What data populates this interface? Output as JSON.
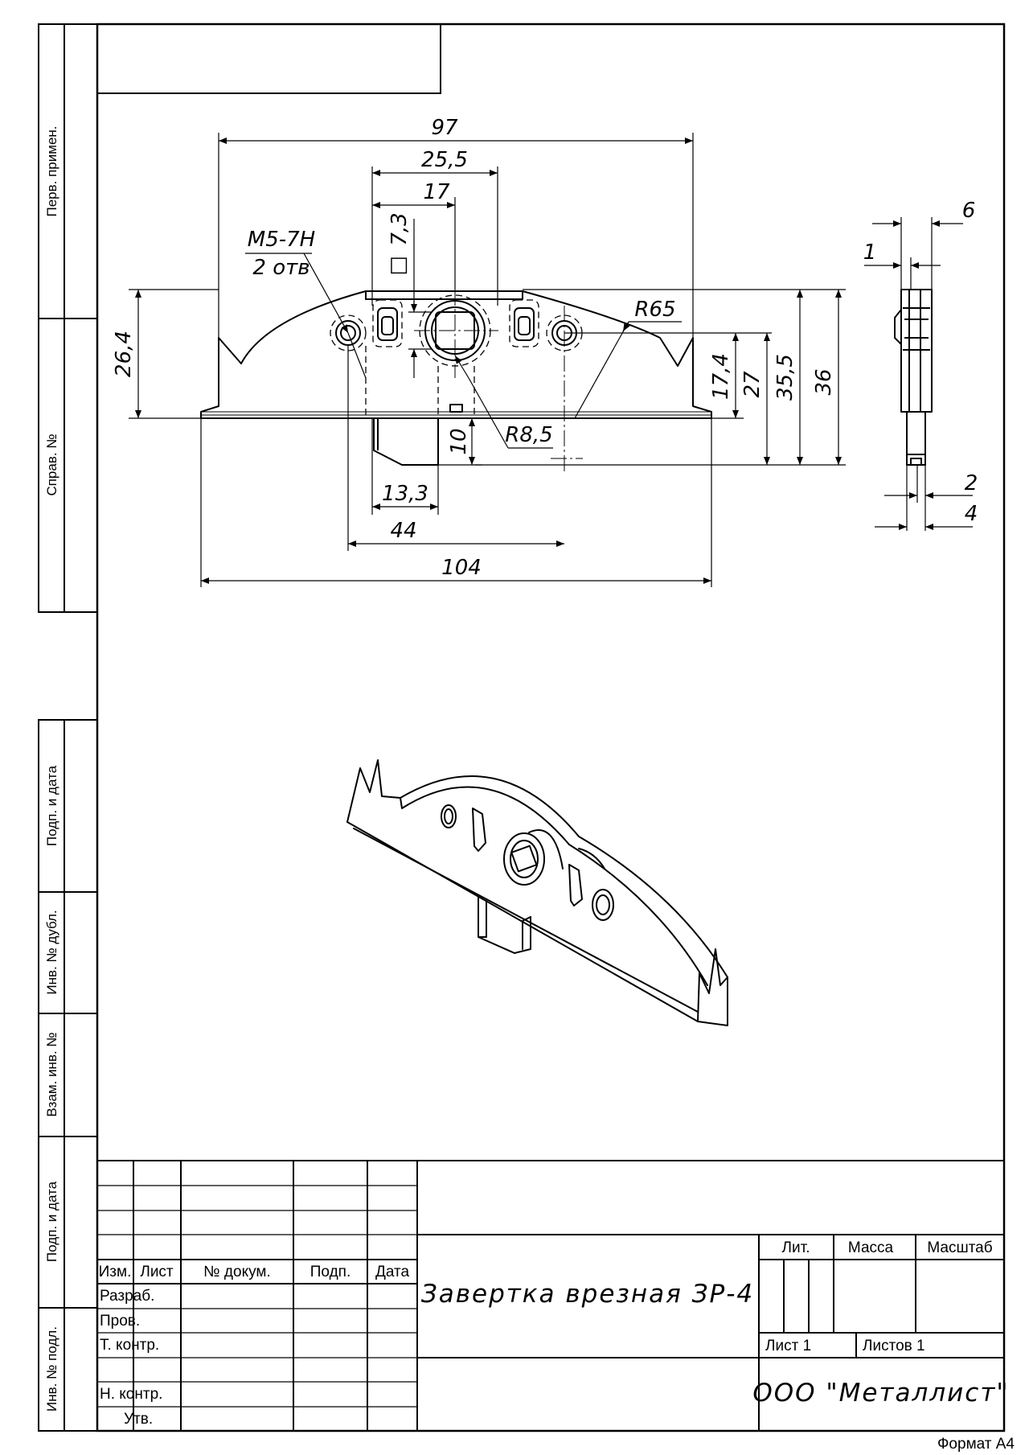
{
  "dimensions": {
    "d97": "97",
    "d25_5": "25,5",
    "d17": "17",
    "d7_3": "7,3",
    "square_symbol": "□",
    "thread_1": "M5-7H",
    "thread_2": "2 отв",
    "r65": "R65",
    "r8_5": "R8,5",
    "d26_4": "26,4",
    "d17_4": "17,4",
    "d27": "27",
    "d35_5": "35,5",
    "d36": "36",
    "d10": "10",
    "d13_3": "13,3",
    "d44": "44",
    "d104": "104",
    "d6": "6",
    "d1": "1",
    "d2": "2",
    "d4": "4"
  },
  "side_stamps": {
    "perv_primen": "Перв. примен.",
    "sprav_no": "Справ. №",
    "podp_data_1": "Подп. и дата",
    "inv_dubl": "Инв. № дубл.",
    "vzam_inv": "Взам. инв. №",
    "podp_data_2": "Подп. и дата",
    "inv_podl": "Инв. № подл."
  },
  "title_block": {
    "headers": {
      "izm": "Изм.",
      "list": "Лист",
      "dokum": "№ докум.",
      "podp": "Подп.",
      "data": "Дата"
    },
    "roles": {
      "razrab": "Разраб.",
      "prov": "Пров.",
      "t_kontr": "Т. контр.",
      "n_kontr": "Н. контр.",
      "utv": "Утв."
    },
    "lit": "Лит.",
    "massa": "Масса",
    "masshtab": "Масштаб",
    "list_1": "Лист 1",
    "listov_1": "Листов 1",
    "title": "Завертка врезная ЗР-4",
    "company": "ООО \"Металлист\""
  },
  "format": "Формат А4"
}
